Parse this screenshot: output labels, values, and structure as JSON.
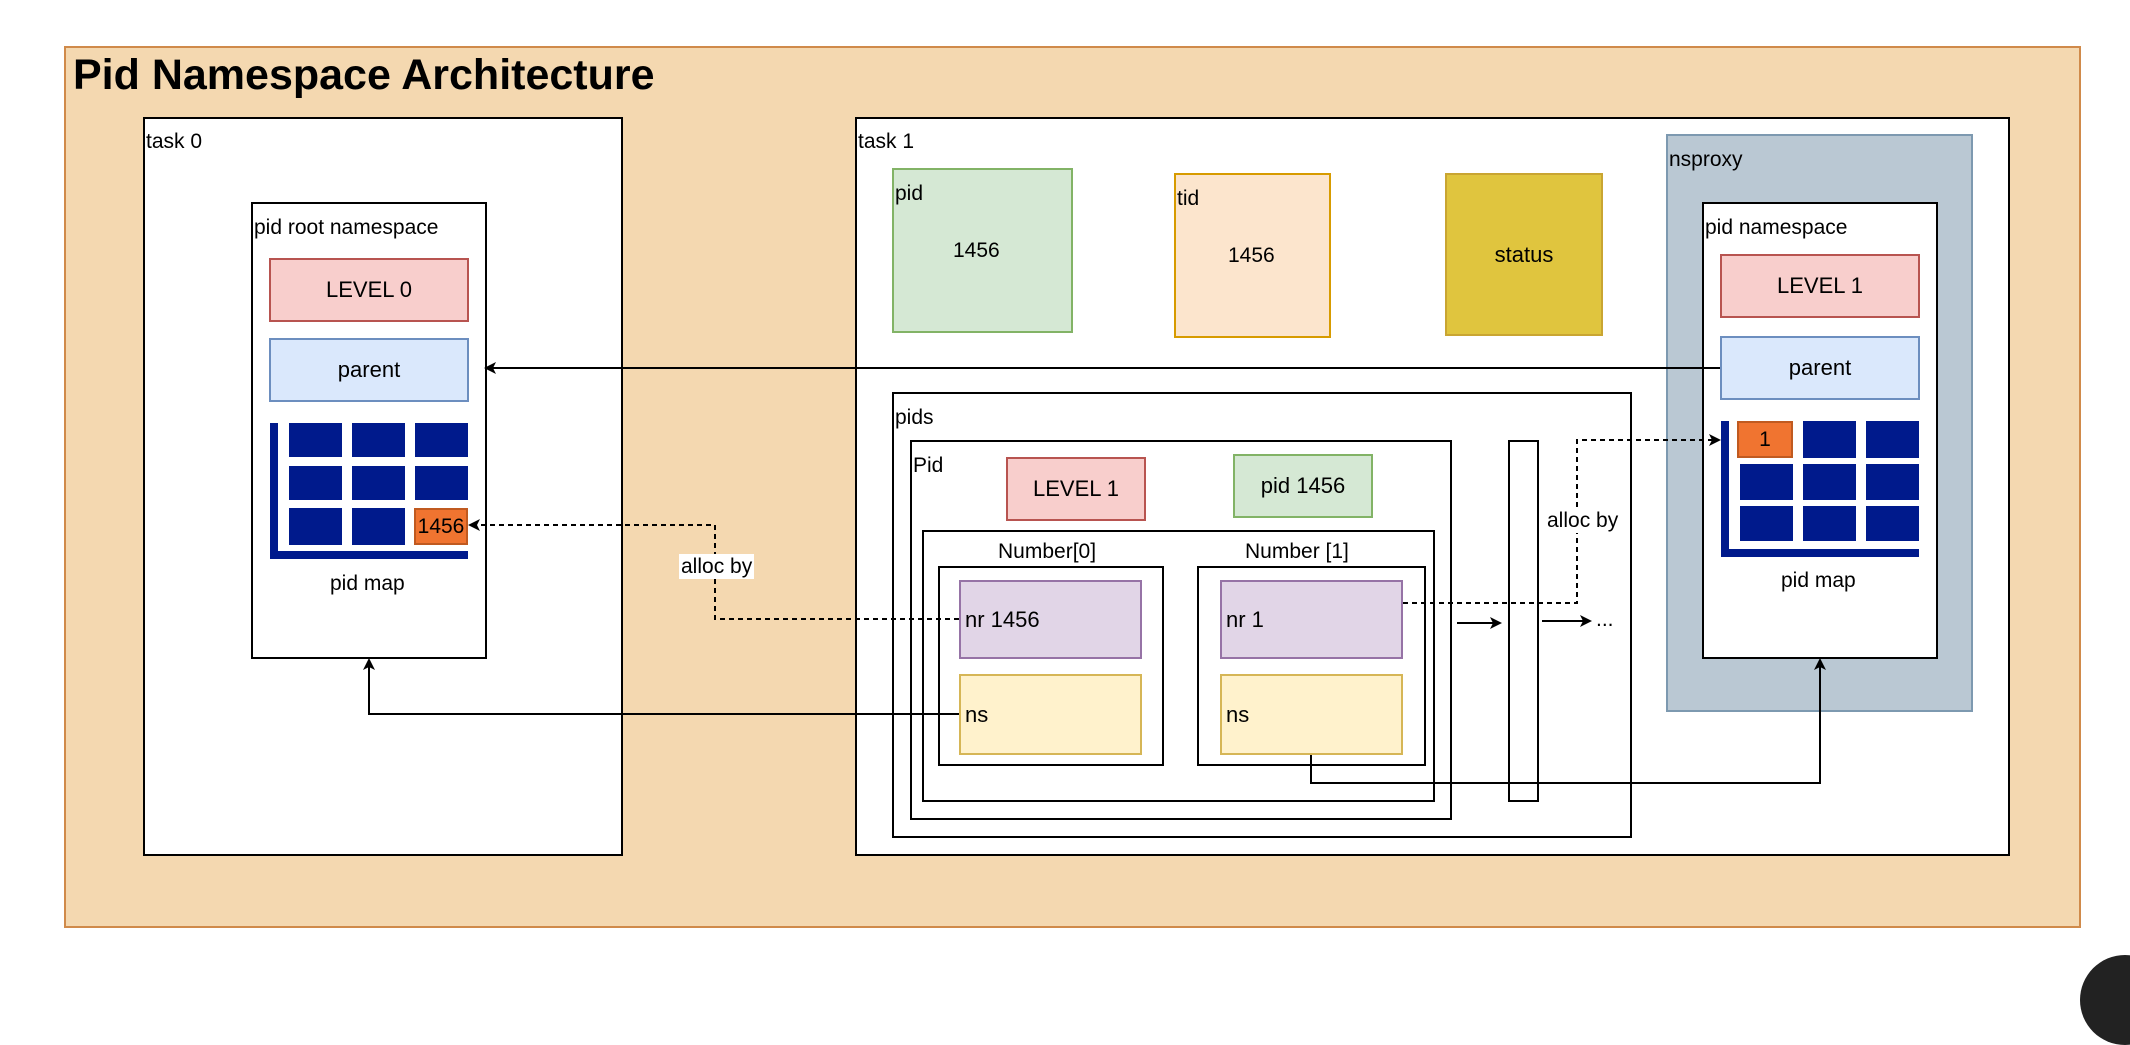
{
  "title": "Pid Namespace Architecture",
  "task0": {
    "label": "task 0",
    "root_ns": {
      "label": "pid root namespace",
      "level": "LEVEL 0",
      "parent": "parent",
      "pidmap_value": "1456",
      "pidmap_label": "pid map"
    }
  },
  "task1": {
    "label": "task 1",
    "pid": {
      "label": "pid",
      "value": "1456"
    },
    "tid": {
      "label": "tid",
      "value": "1456"
    },
    "status": "status",
    "pids": {
      "label": "pids",
      "pid_struct": {
        "label": "Pid",
        "level": "LEVEL 1",
        "pid_value": "pid 1456",
        "number0": {
          "label": "Number[0]",
          "nr": "nr  1456",
          "ns": "ns"
        },
        "number1": {
          "label": "Number [1]",
          "nr": "nr  1",
          "ns": "ns"
        }
      },
      "more": "..."
    },
    "nsproxy": {
      "label": "nsproxy",
      "pid_ns": {
        "label": "pid namespace",
        "level": "LEVEL 1",
        "parent": "parent",
        "pidmap_value": "1",
        "pidmap_label": "pid map"
      }
    }
  },
  "edges": {
    "alloc_left": "alloc by",
    "alloc_right": "alloc by"
  },
  "colors": {
    "frame": "#f4d8b0",
    "level": "#f8cecc",
    "parent": "#dae8fc",
    "pid": "#d5e8d4",
    "tid": "#fce5cd",
    "status": "#e0c53e",
    "nr": "#e1d5e7",
    "ns": "#fff2cc",
    "nsproxy": "#bac8d3",
    "pidmap_cell": "#001a8c",
    "pidmap_highlight": "#f07430"
  }
}
